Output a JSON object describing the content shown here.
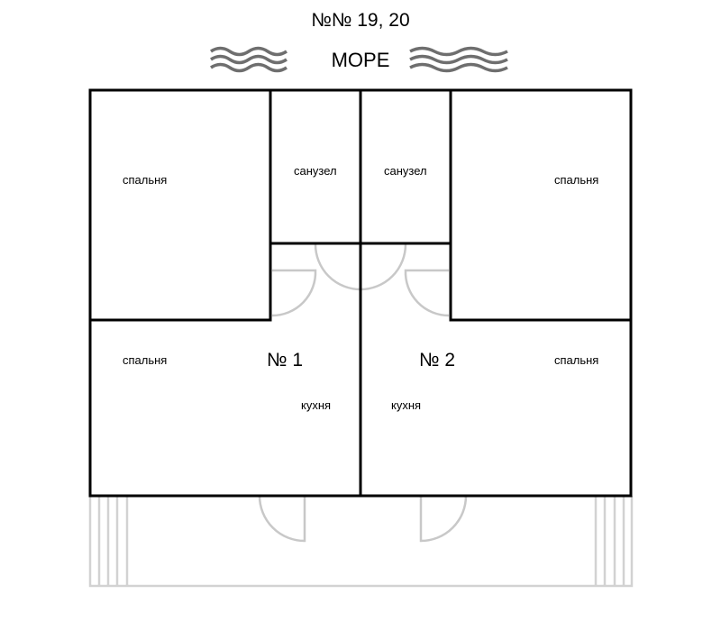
{
  "title": "№№ 19, 20",
  "sea_label": "МОРЕ",
  "units": [
    {
      "number": "№ 1",
      "rooms": {
        "bedroom_top": "спальня",
        "bathroom": "санузел",
        "bedroom_bottom": "спальня",
        "kitchen": "кухня"
      }
    },
    {
      "number": "№ 2",
      "rooms": {
        "bedroom_top": "спальня",
        "bathroom": "санузел",
        "bedroom_bottom": "спальня",
        "kitchen": "кухня"
      }
    }
  ],
  "colors": {
    "wall": "#000000",
    "door": "#c8c8c8",
    "waves": "#6e6e6e"
  }
}
